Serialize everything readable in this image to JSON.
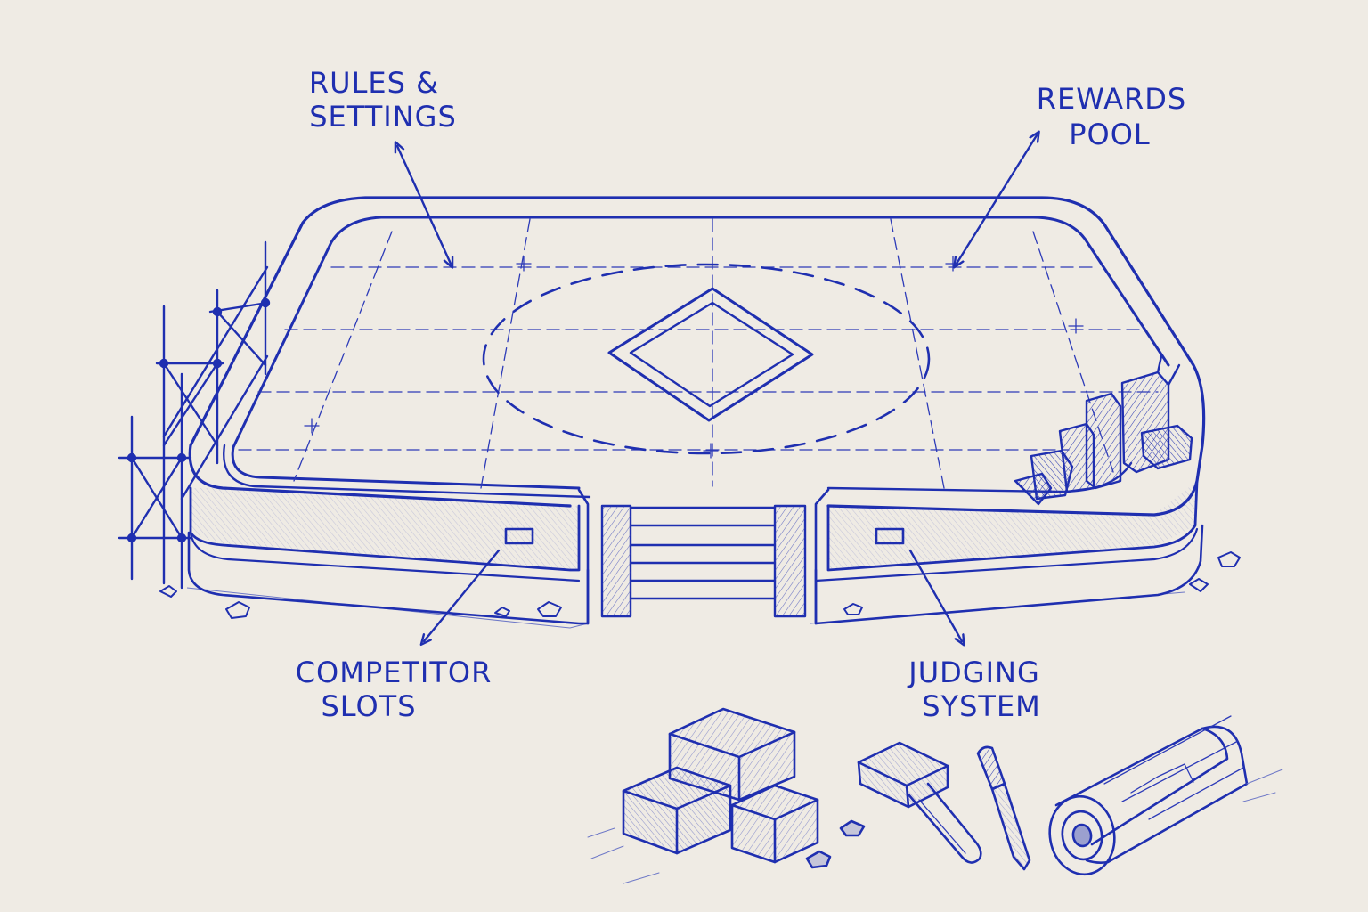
{
  "labels": {
    "rules_settings": [
      "RULES &",
      "SETTINGS"
    ],
    "rewards_pool": [
      "REWARDS",
      "POOL"
    ],
    "competitor_slots": [
      "COMPETITOR",
      "SLOTS"
    ],
    "judging_system": [
      "JUDGING",
      "SYSTEM"
    ]
  },
  "colors": {
    "ink": "#1f2fb0",
    "paper": "#efebe4"
  },
  "icons": [
    "scaffolding",
    "stone-blocks",
    "hammer",
    "chisel",
    "blueprint-scroll",
    "broken-corner-pillars"
  ]
}
